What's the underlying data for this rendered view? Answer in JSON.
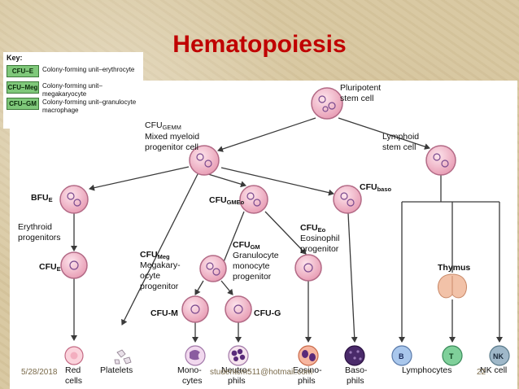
{
  "title": "Hematopoiesis",
  "key": {
    "title": "Key:",
    "items": [
      {
        "code": "CFU–E",
        "desc": "Colony-forming unit–erythrocyte"
      },
      {
        "code": "CFU–Meg",
        "desc": "Colony-forming unit–megakaryocyte"
      },
      {
        "code": "CFU–GM",
        "desc": "Colony-forming unit–granulocyte macrophage"
      }
    ]
  },
  "labels": {
    "pluripotent": [
      "Pluripotent",
      "stem cell"
    ],
    "cfugemm": [
      "CFU",
      "GEMM",
      "Mixed myeloid",
      "progenitor cell"
    ],
    "lymphoid": [
      "Lymphoid",
      "stem cell"
    ],
    "bfue": [
      "BFU",
      "E"
    ],
    "cfugmeo": [
      "CFU",
      "GMEo"
    ],
    "cfubaso": [
      "CFU",
      "baso"
    ],
    "erythroid": [
      "Erythroid",
      "progenitors"
    ],
    "cfueo": [
      "CFU",
      "Eo",
      "Eosinophil",
      "progenitor"
    ],
    "cfugm": [
      "CFU",
      "GM",
      "Granulocyte",
      "monocyte",
      "progenitor"
    ],
    "cfumeg": [
      "CFU",
      "Meg",
      "Megakary-",
      "ocyte",
      "progenitor"
    ],
    "cfue": [
      "CFU",
      "E"
    ],
    "thymus": "Thymus",
    "cfum": "CFU-M",
    "cfug": "CFU-G",
    "bottom": {
      "red": [
        "Red",
        "cells"
      ],
      "platelets": "Platelets",
      "mono": [
        "Mono-",
        "cytes"
      ],
      "neutro": [
        "Neutro-",
        "phils"
      ],
      "eosino": [
        "Eosino-",
        "phils"
      ],
      "baso": [
        "Baso-",
        "phils"
      ],
      "lymphocytes": "Lymphocytes",
      "nk": "NK cell"
    },
    "b": "B",
    "t": "T",
    "nkb": "NK"
  },
  "footer": {
    "date": "5/28/2018",
    "email": "studentcm511@hotmail.com",
    "page": "22"
  },
  "colors": {
    "title": "#c00000",
    "key_box": "#7fc87a",
    "cell": "#f3b9c9",
    "cell_edge": "#b36a86",
    "nucleus": "#7a4a8e",
    "b_cell": "#a9c7ec",
    "t_cell": "#7fd09a",
    "nk_cell": "#9fb8c9",
    "thymus": "#f2c2a8",
    "arrow": "#3a3a3a"
  }
}
